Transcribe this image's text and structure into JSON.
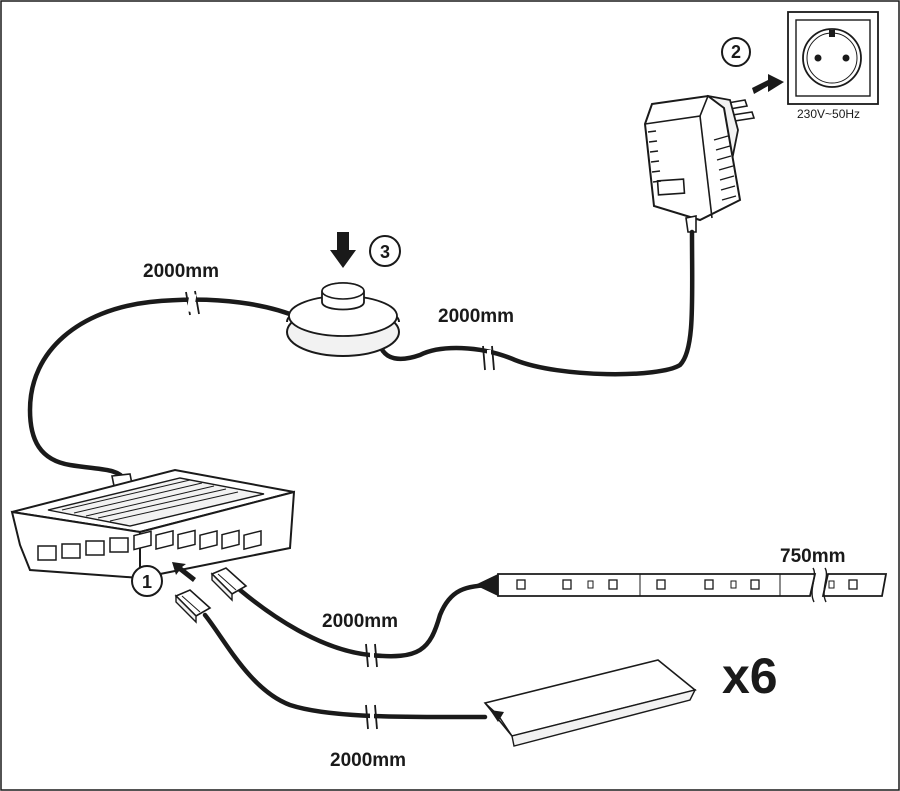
{
  "labels": {
    "cable_switch_left": "2000mm",
    "cable_switch_right": "2000mm",
    "cable_led_strip": "2000mm",
    "cable_sensor": "2000mm",
    "strip_length": "750mm",
    "voltage": "230V~50Hz",
    "quantity": "x6"
  },
  "steps": {
    "step1": "1",
    "step2": "2",
    "step3": "3"
  },
  "colors": {
    "line": "#1a1a1a",
    "background": "#ffffff",
    "fill_light": "#f2f2f2"
  }
}
